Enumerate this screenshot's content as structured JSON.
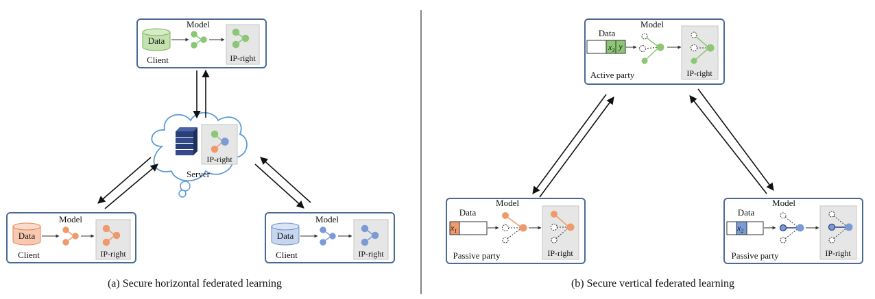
{
  "panel_a": {
    "caption": "(a) Secure horizontal federated learning",
    "top_client": {
      "data": "Data",
      "model": "Model",
      "client": "Client",
      "ip": "IP-right"
    },
    "server": {
      "label": "Server",
      "ip": "IP-right"
    },
    "left_client": {
      "data": "Data",
      "model": "Model",
      "client": "Client",
      "ip": "IP-right"
    },
    "right_client": {
      "data": "Data",
      "model": "Model",
      "client": "Client",
      "ip": "IP-right"
    }
  },
  "panel_b": {
    "caption": "(b) Secure vertical federated learning",
    "active": {
      "data": "Data",
      "model": "Model",
      "x": "x",
      "x_sub": "3",
      "y": "y",
      "party": "Active party",
      "ip": "IP-right"
    },
    "passive_left": {
      "data": "Data",
      "model": "Model",
      "x": "x",
      "x_sub": "1",
      "party": "Passive party",
      "ip": "IP-right"
    },
    "passive_right": {
      "data": "Data",
      "model": "Model",
      "x": "x",
      "x_sub": "2",
      "party": "Passive party",
      "ip": "IP-right"
    }
  },
  "colors": {
    "green": "#8bc774",
    "orange": "#ee9a6c",
    "blue": "#7b9bd6",
    "navy": "#2a3f78",
    "border": "#4a6a94",
    "cloud": "#5b9bd5"
  }
}
